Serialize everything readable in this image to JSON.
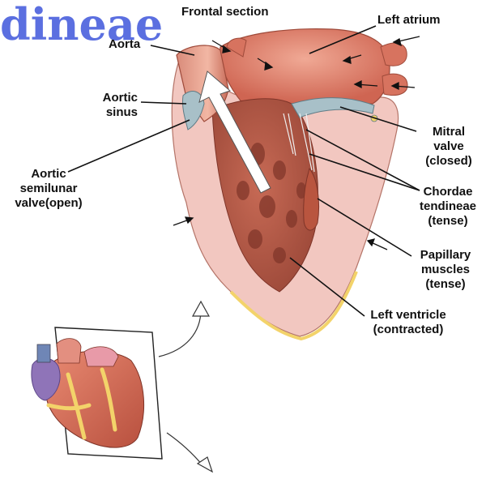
{
  "watermark": "dineae",
  "labels": {
    "frontal_section": "Frontal section",
    "left_atrium": "Left atrium",
    "aorta": "Aorta",
    "aortic_sinus": "Aortic\nsinus",
    "mitral_valve": "Mitral\nvalve\n(closed)",
    "aortic_semilunar_valve": "Aortic\nsemilunar\nvalve(open)",
    "chordae_tendineae": "Chordae\ntendineae\n(tense)",
    "papillary_muscles": "Papillary\nmuscles\n(tense)",
    "left_ventricle": "Left ventricle\n(contracted)"
  },
  "colors": {
    "myocardium_light": "#f2c7c0",
    "myocardium_dark": "#c5604e",
    "atrium": "#dd7b68",
    "valve": "#a8c0c8",
    "fat": "#f3d36a",
    "watermark": "#5b6fe0"
  }
}
